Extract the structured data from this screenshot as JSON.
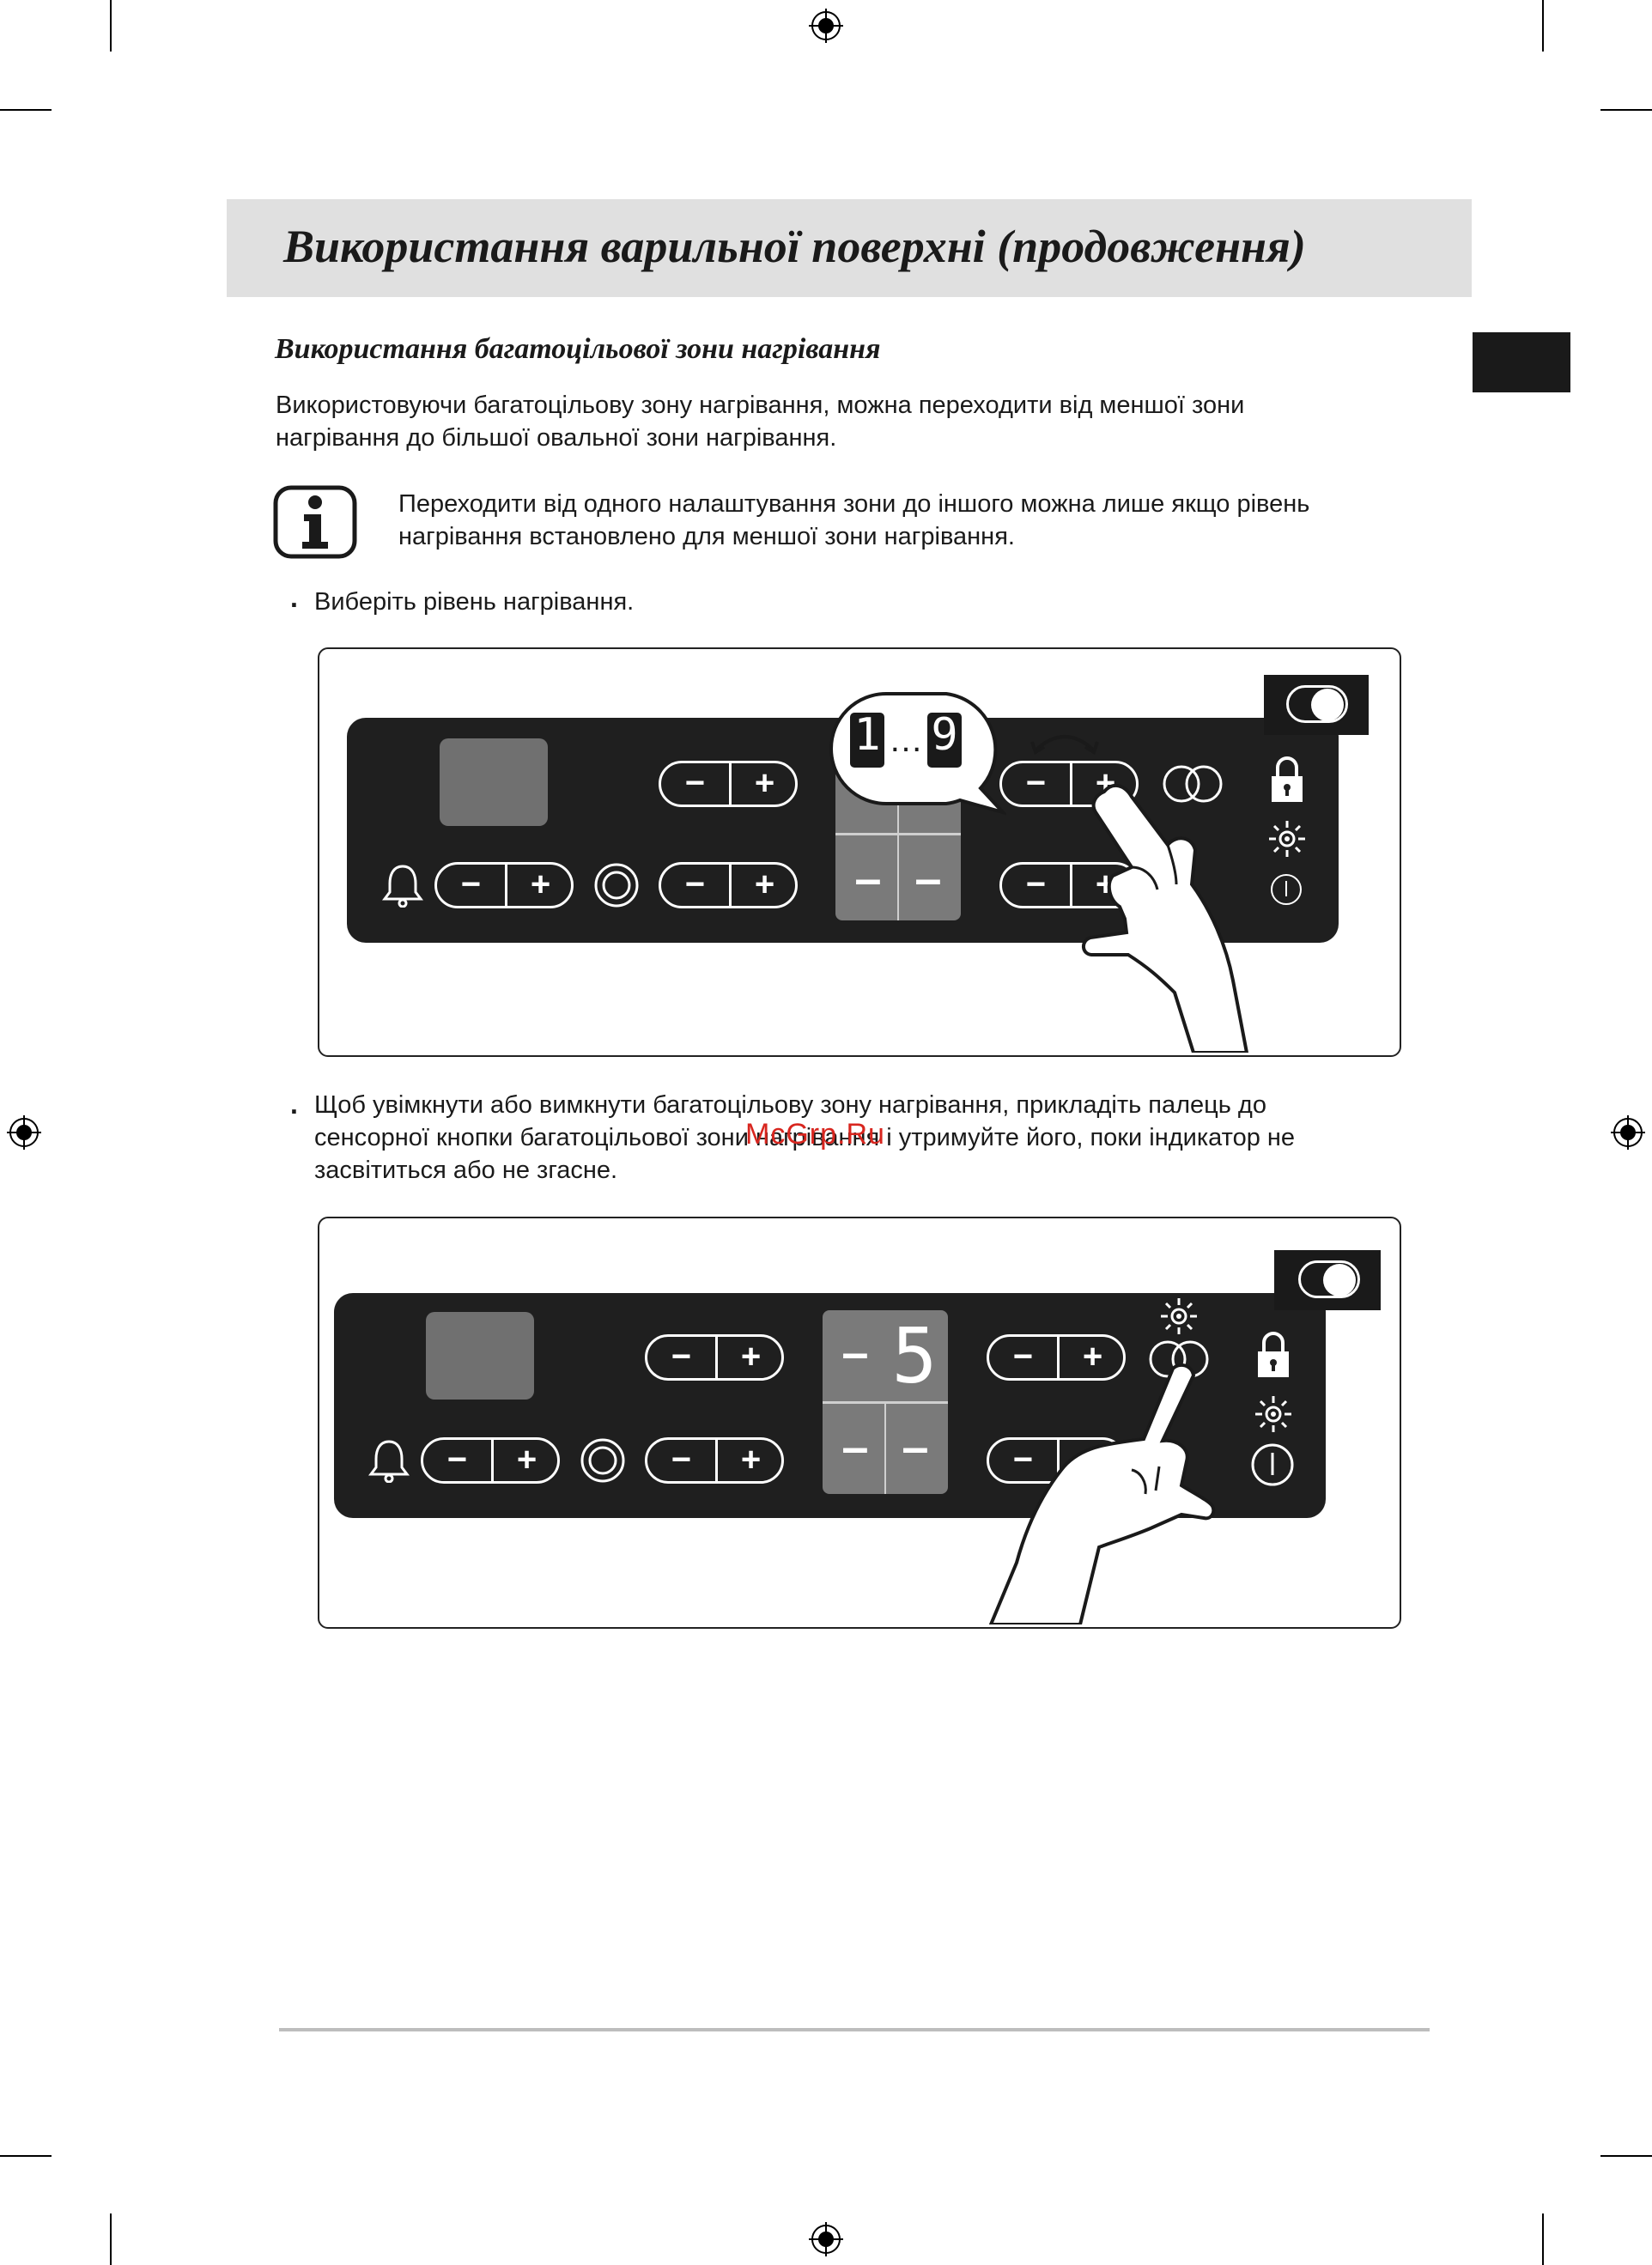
{
  "header": {
    "title": "Використання варильної поверхні (продовження)"
  },
  "section": {
    "title": "Використання багатоцільової зони нагрівання",
    "intro_line1": "Використовуючи багатоцільову зону нагрівання, можна переходити від меншої зони",
    "intro_line2": "нагрівання до більшої овальної зони нагрівання."
  },
  "note": {
    "icon": "info-icon",
    "line1": "Переходити від одного налаштування зони до іншого можна лише якщо рівень",
    "line2": "нагрівання встановлено для меншої зони нагрівання."
  },
  "steps": [
    {
      "bullet": ".",
      "line1": "Виберіть рівень нагрівання.",
      "line2": "",
      "line3": ""
    },
    {
      "bullet": ".",
      "line1": "Щоб увімкнути або вимкнути багатоцільову зону нагрівання, прикладіть палець до",
      "line2": "сенсорної кнопки багатоцільової зони нагрівання і утримуйте його, поки індикатор не",
      "line3": "засвітиться або не згасне."
    }
  ],
  "figure1": {
    "minus": "−",
    "plus": "+",
    "display_top": "",
    "display_bottom_left": "–",
    "display_bottom_right": "–",
    "callout_from": "1",
    "callout_dots": "…",
    "callout_to": "9"
  },
  "figure2": {
    "minus": "−",
    "plus": "+",
    "display_top_left": "–",
    "display_top_right": "5",
    "display_bottom_left": "–",
    "display_bottom_right": "–"
  },
  "watermark": "McGrp.Ru",
  "colors": {
    "panel": "#1f1f1f",
    "display": "#7a7a7a",
    "header_band": "#e0e0e0",
    "watermark": "#d8261f"
  }
}
